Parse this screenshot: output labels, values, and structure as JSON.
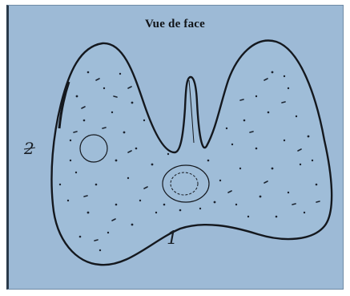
{
  "title": "Vue de face",
  "labels": {
    "label_1": "1",
    "label_2": "2"
  },
  "colors": {
    "panel_background": "#9dbad6",
    "ink": "#14181e",
    "border": "#2a3a4a"
  }
}
